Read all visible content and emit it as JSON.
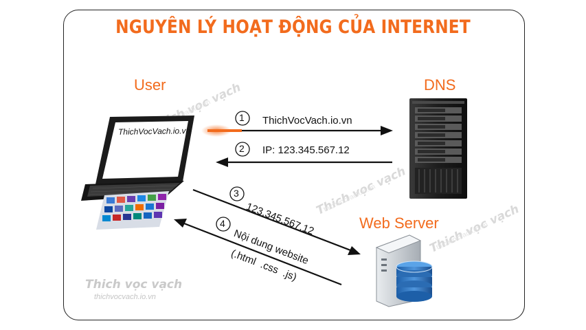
{
  "title": "NGUYÊN LÝ HOẠT ĐỘNG CỦA INTERNET",
  "nodes": {
    "user": "User",
    "dns": "DNS",
    "web_server": "Web Server"
  },
  "laptop_screen_text": "ThichVocVach.io.vn",
  "steps": [
    {
      "number": "1",
      "text": "ThichVocVach.io.vn"
    },
    {
      "number": "2",
      "text": "IP: 123.345.567.12"
    },
    {
      "number": "3",
      "text": "123.345.567.12"
    },
    {
      "number": "4",
      "text": "Nội dung website",
      "text2": "(.html  .css  .js)"
    }
  ],
  "watermark": {
    "brand": "Thich vọc vạch",
    "url": "thichvocvach.io.vn"
  },
  "colors": {
    "accent": "#f26b1d",
    "line": "#111111",
    "frame": "#222222",
    "watermark": "#d9d9d9"
  }
}
